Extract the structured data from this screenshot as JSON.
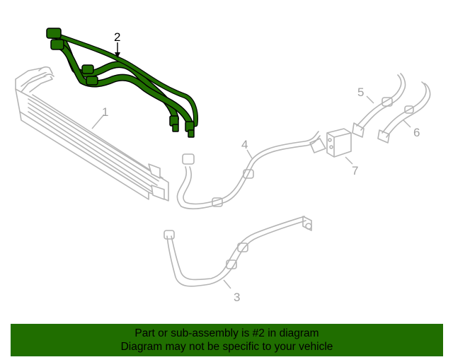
{
  "diagram": {
    "highlighted_part": "2",
    "highlight_color": "#206e00",
    "outline_color": "#b4b4b4",
    "callouts": [
      "1",
      "2",
      "3",
      "4",
      "5",
      "6",
      "7"
    ],
    "parts": [
      {
        "callout": "1",
        "name": "oil-cooler-radiator"
      },
      {
        "callout": "2",
        "name": "cooler-line-assembly"
      },
      {
        "callout": "3",
        "name": "lower-cooler-line"
      },
      {
        "callout": "4",
        "name": "upper-cooler-line"
      },
      {
        "callout": "5",
        "name": "inlet-hose"
      },
      {
        "callout": "6",
        "name": "outlet-hose"
      },
      {
        "callout": "7",
        "name": "thermostat-block"
      }
    ]
  },
  "footer": {
    "background": "#206e00",
    "line1": "Part or sub-assembly is #2 in diagram",
    "line2": "Diagram may not be specific to your vehicle"
  }
}
